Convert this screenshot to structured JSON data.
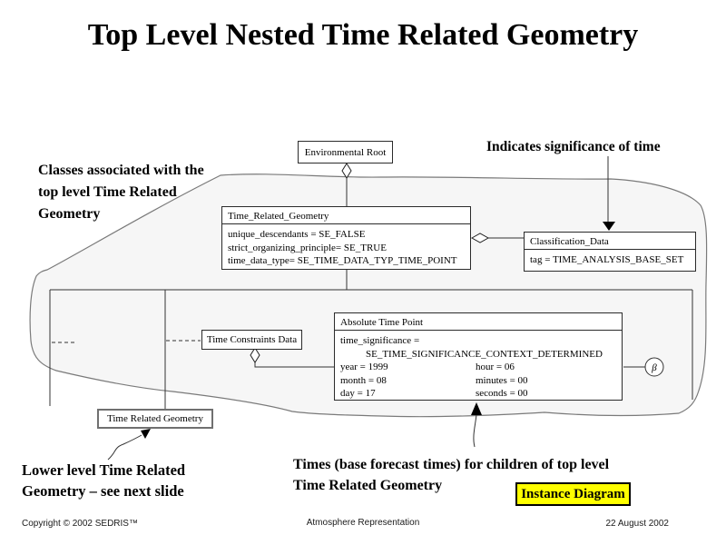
{
  "slide": {
    "title": "Top Level Nested Time Related Geometry",
    "annotations": {
      "classes_note": [
        "Classes associated with the",
        "top level Time Related",
        "Geometry"
      ],
      "significance_note": "Indicates significance of time",
      "lower_note": [
        "Lower level Time Related",
        "Geometry – see next slide"
      ],
      "times_note": [
        "Times (base forecast times) for children of top level",
        "Time Related Geometry"
      ]
    },
    "badge_label": "Instance Diagram",
    "footer": {
      "left": "Copyright © 2002 SEDRIS™",
      "center": "Atmosphere Representation",
      "right": "22 August 2002"
    }
  },
  "diagram": {
    "environmental_root": {
      "title": "Environmental Root"
    },
    "time_related_geometry": {
      "title": "Time_Related_Geometry",
      "attributes": [
        "unique_descendants = SE_FALSE",
        "strict_organizing_principle= SE_TRUE",
        "time_data_type= SE_TIME_DATA_TYP_TIME_POINT"
      ]
    },
    "classification_data": {
      "title": "Classification_Data",
      "attributes": [
        "tag = TIME_ANALYSIS_BASE_SET"
      ]
    },
    "time_constraints_data": {
      "title": "Time Constraints Data"
    },
    "absolute_time_point": {
      "title": "Absolute Time Point",
      "attr_line1": "time_significance =",
      "attr_line2": "SE_TIME_SIGNIFICANCE_CONTEXT_DETERMINED",
      "left_attrs": [
        "year = 1999",
        "month = 08",
        "day = 17"
      ],
      "right_attrs": [
        "hour = 06",
        "minutes = 00",
        "seconds = 00"
      ]
    },
    "lower_time_related_geometry": {
      "title": "Time Related Geometry"
    },
    "beta_symbol": "β"
  },
  "colors": {
    "badge_bg": "#ffff00",
    "blob_fill": "#f6f6f6",
    "blob_stroke": "#7a7a7a",
    "line": "#333333"
  }
}
